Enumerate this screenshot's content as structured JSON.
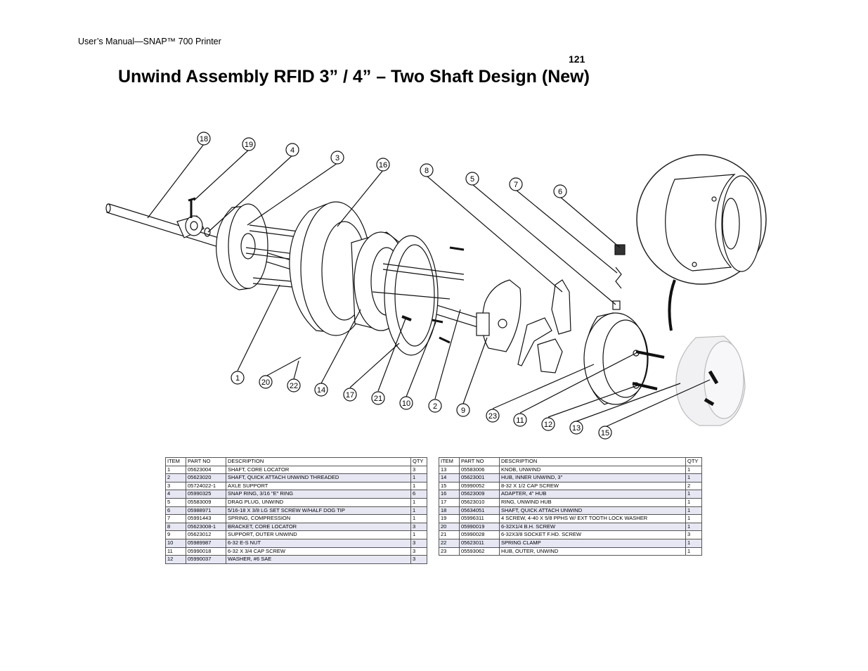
{
  "header": {
    "manual": "User’s Manual—SNAP™ 700 Printer",
    "page_number": "121"
  },
  "title": "Unwind Assembly RFID 3” / 4” – Two Shaft Design (New)",
  "callouts": [
    "1",
    "2",
    "3",
    "4",
    "5",
    "6",
    "7",
    "8",
    "9",
    "10",
    "11",
    "12",
    "13",
    "14",
    "15",
    "16",
    "17",
    "18",
    "19",
    "20",
    "21",
    "22",
    "23"
  ],
  "parts_table": {
    "columns": [
      "ITEM",
      "PART NO",
      "DESCRIPTION",
      "QTY"
    ],
    "left": [
      [
        "1",
        "05623004",
        "SHAFT, CORE LOCATOR",
        "3"
      ],
      [
        "2",
        "05623020",
        "SHAFT, QUICK ATTACH UNWIND THREADED",
        "1"
      ],
      [
        "3",
        "05724022-1",
        "AXLE SUPPORT",
        "1"
      ],
      [
        "4",
        "05990325",
        "SNAP RING, 3/16 \"E\" RING",
        "6"
      ],
      [
        "5",
        "05583009",
        "DRAG PLUG, UNWIND",
        "1"
      ],
      [
        "6",
        "05988971",
        "5/16-18 X 3/8 LG SET SCREW W/HALF DOG TIP",
        "1"
      ],
      [
        "7",
        "05991443",
        "SPRING, COMPRESSION",
        "1"
      ],
      [
        "8",
        "05623008-1",
        "BRACKET, CORE LOCATOR",
        "3"
      ],
      [
        "9",
        "05623012",
        "SUPPORT, OUTER UNWIND",
        "1"
      ],
      [
        "10",
        "05989987",
        "6-32 E-S NUT",
        "3"
      ],
      [
        "11",
        "05990018",
        "6-32 X 3/4 CAP SCREW",
        "3"
      ],
      [
        "12",
        "05990037",
        "WASHER, #6 SAE",
        "3"
      ]
    ],
    "right": [
      [
        "13",
        "05583006",
        "KNOB, UNWIND",
        "1"
      ],
      [
        "14",
        "05623001",
        "HUB, INNER UNWIND, 3\"",
        "1"
      ],
      [
        "15",
        "05990052",
        "8-32 X 1/2 CAP SCREW",
        "2"
      ],
      [
        "16",
        "05623009",
        "ADAPTER, 4\" HUB",
        "1"
      ],
      [
        "17",
        "05623010",
        "RING, UNWIND HUB",
        "1"
      ],
      [
        "18",
        "05634051",
        "SHAFT, QUICK ATTACH UNWIND",
        "1"
      ],
      [
        "19",
        "05996311",
        "4 SCREW, 4-40 X 5/8 PPHS W/ EXT TOOTH LOCK WASHER",
        "1"
      ],
      [
        "20",
        "05990019",
        "6-32X1/4 B.H. SCREW",
        "1"
      ],
      [
        "21",
        "05990028",
        "6-32X3/8 SOCKET F.HD. SCREW",
        "3"
      ],
      [
        "22",
        "05623011",
        "SPRING CLAMP",
        "1"
      ],
      [
        "23",
        "05593062",
        "HUB, OUTER, UNWIND",
        "1"
      ]
    ]
  }
}
